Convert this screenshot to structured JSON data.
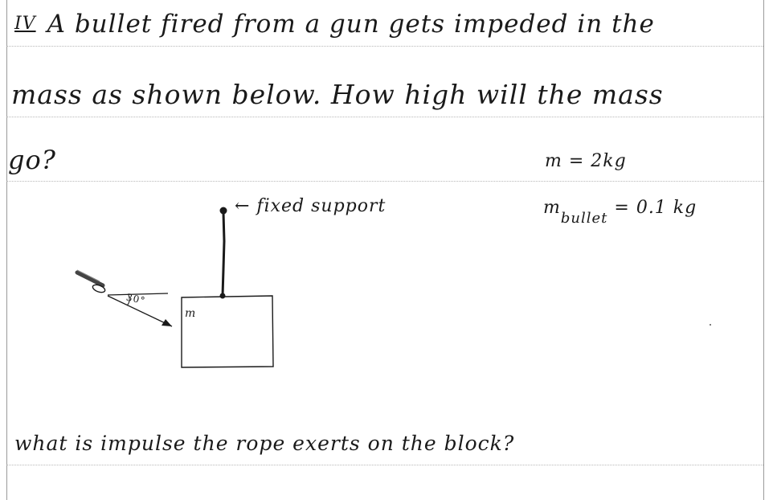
{
  "problem": {
    "numeral": "IV",
    "line1": "A bullet fired from a gun gets impeded in the",
    "line2": "mass as shown below. How high will the mass",
    "line3": "go?"
  },
  "given": {
    "m": "m = 2kg",
    "m_bullet_symbol": "m",
    "m_bullet_subscript": "bullet",
    "m_bullet_value": "= 0.1 kg"
  },
  "diagram": {
    "support_label": "← fixed support",
    "angle_label": "30°",
    "mass_label": "m"
  },
  "question": "what is impulse the rope exerts on the block?"
}
